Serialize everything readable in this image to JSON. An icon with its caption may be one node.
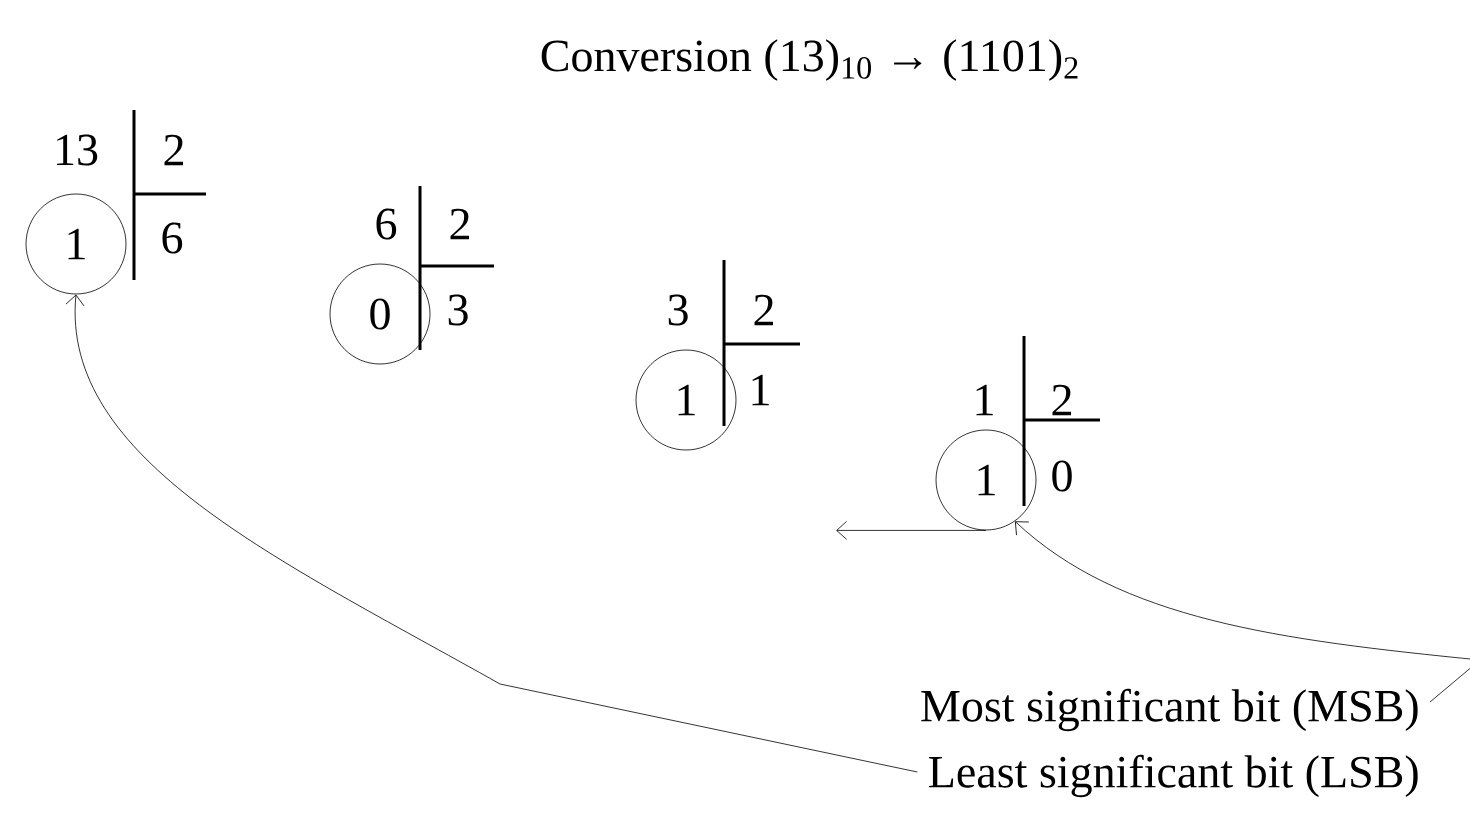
{
  "diagram": {
    "title": "Conversion (13)$_{10}$ → (1101)$_{2}$",
    "nodes": [
      {
        "text": [
          "1"
        ]
      },
      {
        "text": [
          "0"
        ]
      },
      {
        "text": [
          "1"
        ]
      },
      {
        "text": [
          "1"
        ]
      },
      {
        "text": [
          "Most significant bit (MSB)"
        ]
      },
      {
        "text": [
          "Least significant bit (LSB)"
        ]
      }
    ],
    "edges": [
      {
        "from": 3,
        "to": null,
        "arrow": "to"
      },
      {
        "from": 4,
        "to": 3,
        "arrow": "to"
      },
      {
        "from": 5,
        "to": 0,
        "arrow": "to"
      }
    ],
    "labels": [
      "13",
      "2",
      "6",
      "6",
      "2",
      "3",
      "3",
      "2",
      "1",
      "1",
      "2",
      "0"
    ]
  }
}
